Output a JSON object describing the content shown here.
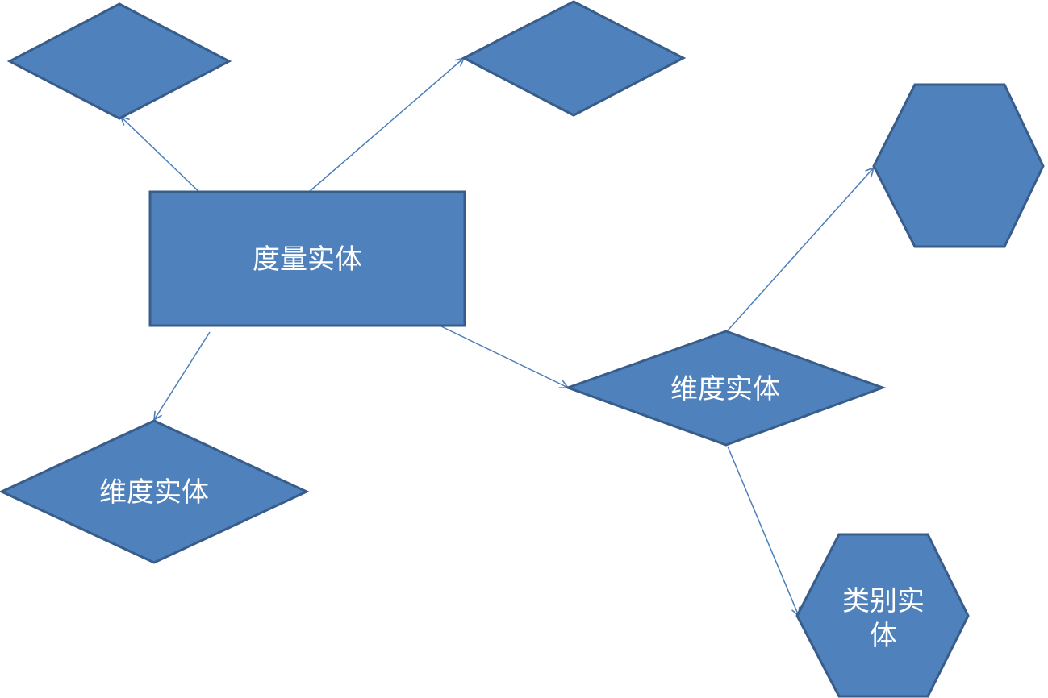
{
  "diagram": {
    "colors": {
      "fill": "#4f81bd",
      "stroke": "#385d8a",
      "edge": "#4a7ebb",
      "text": "#ffffff"
    },
    "nodes": {
      "measure_entity": {
        "shape": "rectangle",
        "label": "度量实体"
      },
      "dimension_entity_right": {
        "shape": "diamond",
        "label": "维度实体"
      },
      "dimension_entity_left": {
        "shape": "diamond",
        "label": "维度实体"
      },
      "category_entity": {
        "shape": "hexagon",
        "label_line1": "类别实",
        "label_line2": "体"
      },
      "top_left_diamond": {
        "shape": "diamond",
        "label": ""
      },
      "top_center_diamond": {
        "shape": "diamond",
        "label": ""
      },
      "top_right_hexagon": {
        "shape": "hexagon",
        "label": ""
      }
    },
    "edges": [
      {
        "from": "measure_entity",
        "to": "top_left_diamond",
        "arrow": "open"
      },
      {
        "from": "measure_entity",
        "to": "top_center_diamond",
        "arrow": "open"
      },
      {
        "from": "measure_entity",
        "to": "dimension_entity_left",
        "arrow": "open"
      },
      {
        "from": "measure_entity",
        "to": "dimension_entity_right",
        "arrow": "open"
      },
      {
        "from": "dimension_entity_right",
        "to": "top_right_hexagon",
        "arrow": "open"
      },
      {
        "from": "dimension_entity_right",
        "to": "category_entity",
        "arrow": "open"
      }
    ]
  }
}
